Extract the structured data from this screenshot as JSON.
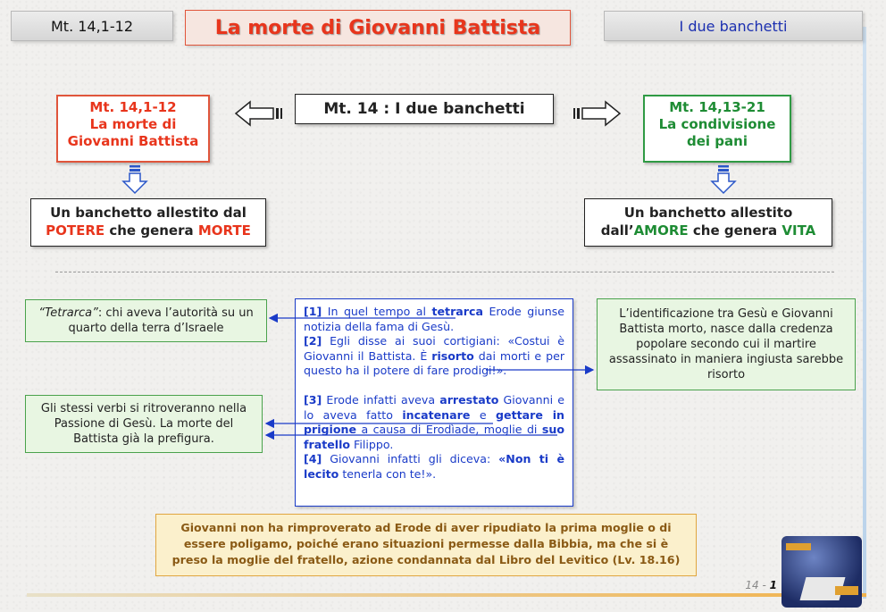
{
  "header": {
    "ref_left": "Mt. 14,1-12",
    "title": "La morte di Giovanni Battista",
    "ref_right": "I due banchetti"
  },
  "diagram": {
    "left_box": [
      "Mt. 14,1-12",
      "La morte di",
      "Giovanni Battista"
    ],
    "center_box": "Mt. 14 : I due banchetti",
    "right_box": [
      "Mt. 14,13-21",
      "La condivisione",
      "dei pani"
    ],
    "banquet_left": {
      "line1": "Un banchetto allestito dal",
      "word1": "POTERE",
      "mid": " che genera ",
      "word2": "MORTE"
    },
    "banquet_right": {
      "line1": "Un banchetto allestito",
      "pre": "dall’",
      "word1": "AMORE",
      "mid": " che genera ",
      "word2": "VITA"
    }
  },
  "notes": {
    "tetrarca_term": "“Tetrarca”",
    "tetrarca_def": ": chi aveva l’autorità su un quarto della terra d’Israele",
    "verbi": "Gli stessi verbi si ritroveranno nella Passione di Gesù. La morte del Battista già la prefigura.",
    "identificazione": "L’identificazione tra Gesù e Giovanni Battista morto, nasce dalla credenza popolare secondo cui il martire assassinato in maniera ingiusta sarebbe risorto"
  },
  "scripture": {
    "v1_num": "[1]",
    "v1_a": " In quel tempo al ",
    "v1_b": "tetrarca",
    "v1_c": " Erode giunse notizia della fama di Gesù.",
    "v2_num": "[2]",
    "v2_a": " Egli disse ai suoi cortigiani: «Costui è Giovanni il Battista. È ",
    "v2_b": "risorto",
    "v2_c": " dai morti e per questo ha il potere di fare prodigi!».",
    "v3_num": "[3]",
    "v3_a": " Erode infatti aveva ",
    "v3_b": "arrestato",
    "v3_c": " Giovanni e lo aveva fatto ",
    "v3_d": "incatenare",
    "v3_e": " e ",
    "v3_f": "gettare in prigione",
    "v3_g": " a causa di Erodìade, moglie di ",
    "v3_h": "suo fratello",
    "v3_i": " Filippo.",
    "v4_num": "[4]",
    "v4_a": " Giovanni infatti gli diceva: ",
    "v4_b": "«Non ti è lecito",
    "v4_c": " tenerla con te!»."
  },
  "bottom_note": "Giovanni non ha rimproverato ad Erode di aver ripudiato la prima moglie o di essere poligamo, poiché erano situazioni permesse dalla Bibbia, ma che si è preso la moglie del fratello, azione condannata dal Libro del Levitico (Lv. 18.16)",
  "footer": {
    "page_section": "14",
    "page_sep": " - ",
    "page_number": "1"
  },
  "colors": {
    "red": "#e8351c",
    "green": "#1e8c34",
    "blue": "#1a3bc8",
    "note_brown": "#8a5a15"
  }
}
